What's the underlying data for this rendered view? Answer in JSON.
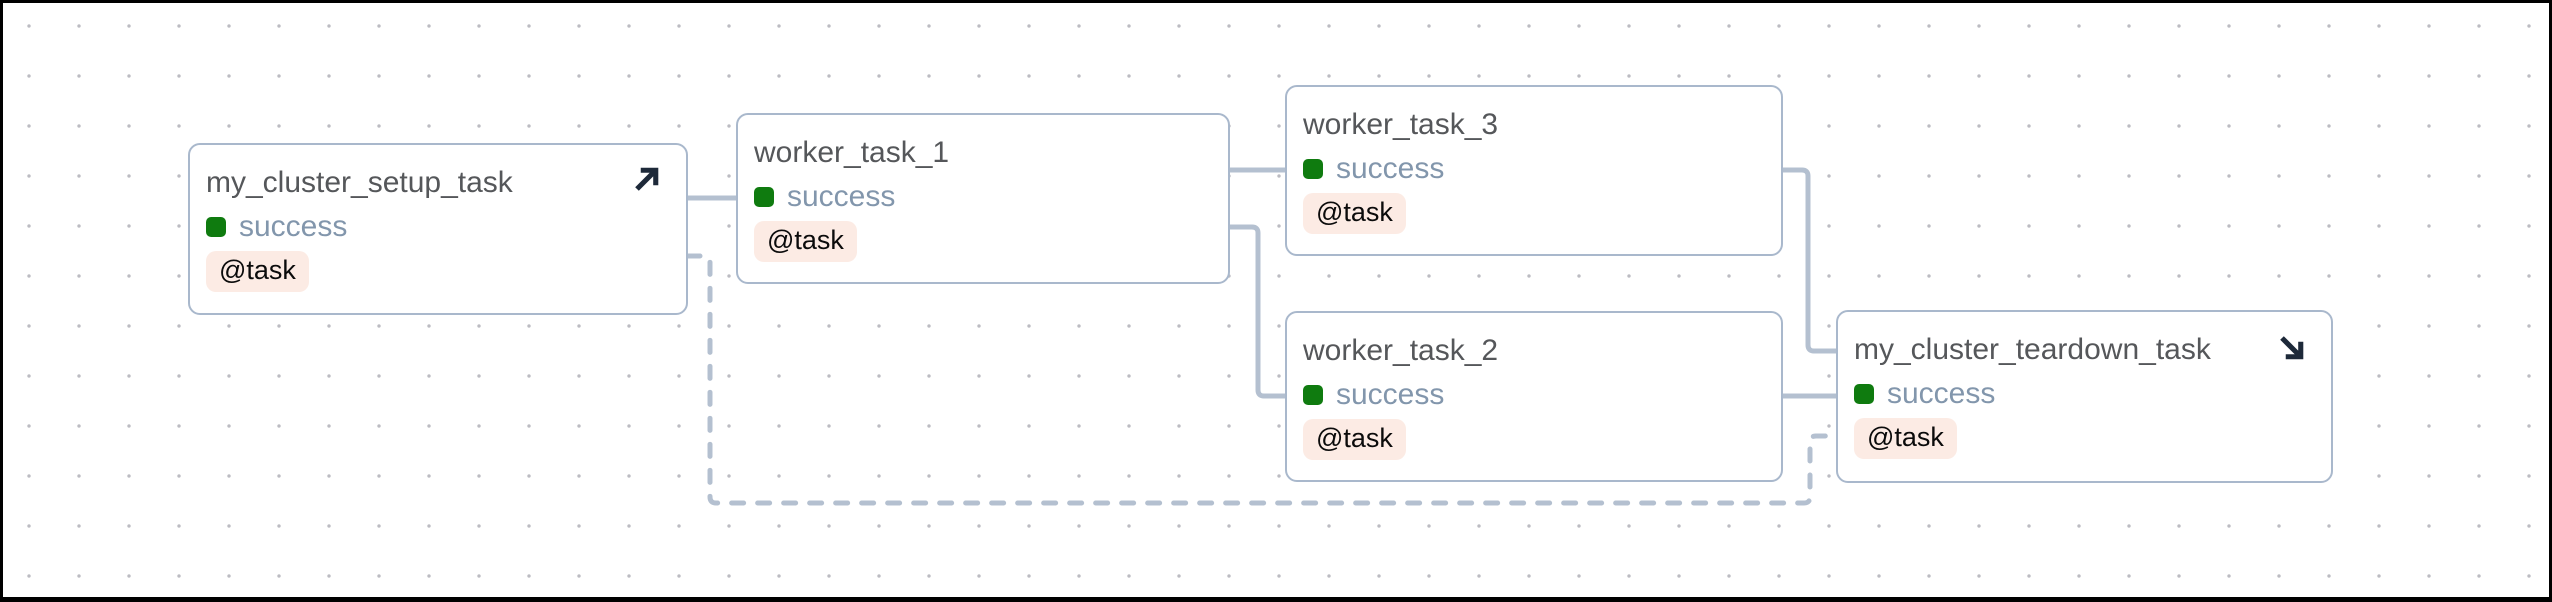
{
  "graph": {
    "nodes": [
      {
        "title": "my_cluster_setup_task",
        "status": "success",
        "badge": "@task",
        "icon": "arrow-up-right"
      },
      {
        "title": "worker_task_1",
        "status": "success",
        "badge": "@task",
        "icon": null
      },
      {
        "title": "worker_task_3",
        "status": "success",
        "badge": "@task",
        "icon": null
      },
      {
        "title": "worker_task_2",
        "status": "success",
        "badge": "@task",
        "icon": null
      },
      {
        "title": "my_cluster_teardown_task",
        "status": "success",
        "badge": "@task",
        "icon": "arrow-down-right"
      }
    ],
    "edges": [
      {
        "from": "my_cluster_setup_task",
        "to": "worker_task_1",
        "style": "solid"
      },
      {
        "from": "worker_task_1",
        "to": "worker_task_3",
        "style": "solid"
      },
      {
        "from": "worker_task_1",
        "to": "worker_task_2",
        "style": "solid"
      },
      {
        "from": "worker_task_3",
        "to": "my_cluster_teardown_task",
        "style": "solid"
      },
      {
        "from": "worker_task_2",
        "to": "my_cluster_teardown_task",
        "style": "solid"
      },
      {
        "from": "my_cluster_setup_task",
        "to": "my_cluster_teardown_task",
        "style": "dashed"
      }
    ]
  },
  "colors": {
    "canvas_background": "#ffffff",
    "frame": "#000000",
    "grid_dot": "#bcbcc2",
    "edge": "#b4c0d0",
    "node_border": "#a9b8cc",
    "node_title": "#55575a",
    "status_success_square": "#0f7b0f",
    "status_text": "#8296ac",
    "badge_background": "#fcebe4",
    "badge_text": "#0b0b0b",
    "arrow_icon": "#1d2939"
  }
}
